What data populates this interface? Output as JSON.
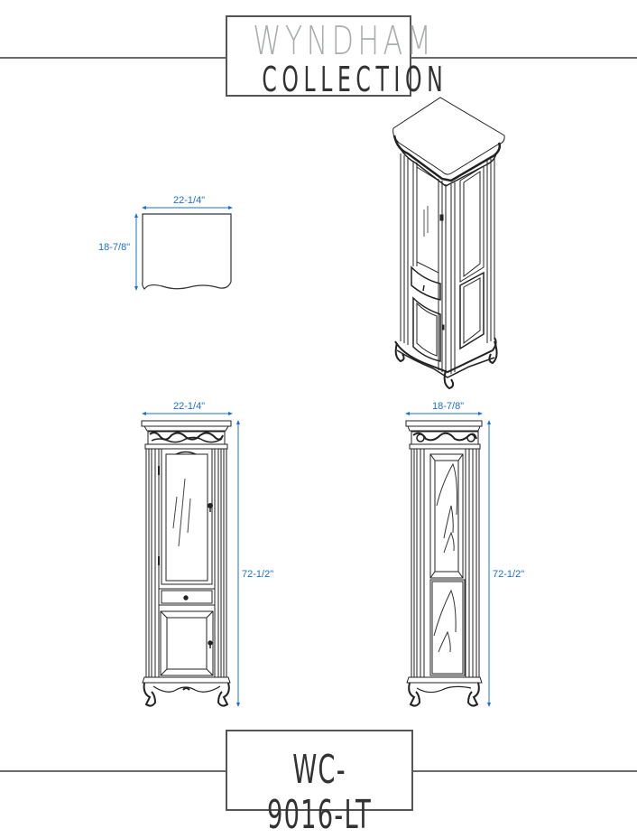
{
  "header": {
    "brand_line1": "WYNDHAM",
    "brand_line2": "COLLECTION"
  },
  "footer": {
    "model_number": "WC-9016-LT"
  },
  "colors": {
    "dimension_blue": "#1a6fd1",
    "line_gray": "#6b6b6b",
    "logo_light_gray": "#a9aeab",
    "logo_dark": "#333333"
  },
  "views": {
    "top_view": {
      "width_label": "22-1/4\"",
      "depth_label": "18-7/8\""
    },
    "isometric_view": {
      "description": "linen tower isometric"
    },
    "front_view": {
      "width_label": "22-1/4\"",
      "height_label": "72-1/2\""
    },
    "side_view": {
      "width_label": "18-7/8\"",
      "height_label": "72-1/2\""
    }
  }
}
